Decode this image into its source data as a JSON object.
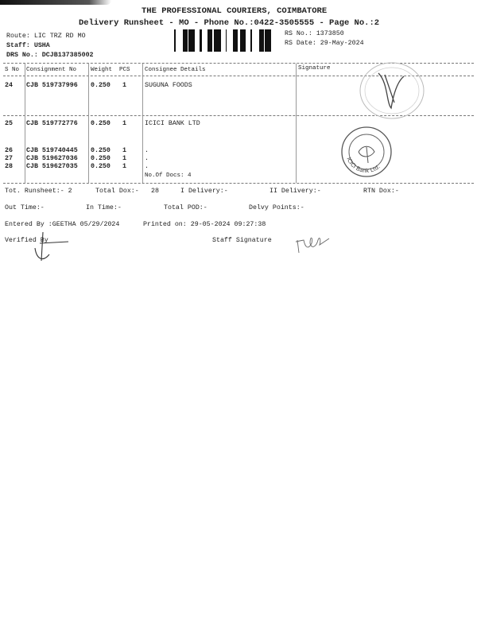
{
  "header": {
    "company": "THE PROFESSIONAL COURIERS, COIMBATORE",
    "subtitle": "Delivery Runsheet - MO - Phone No.:0422-3505555 - Page No.:2",
    "route": "Route: LIC TRZ RD MO",
    "staff": "Staff: USHA",
    "drs_no": "DRS No.: DCJB137385002",
    "rs_no": "RS No.: 1373850",
    "rs_date": "RS Date: 29-May-2024"
  },
  "table": {
    "columns": [
      "S No",
      "Consignment No",
      "Weight",
      "PCS",
      "Consignee Details",
      "Signature"
    ],
    "rows": [
      {
        "sno": "24",
        "consignment": "CJB 519737996",
        "weight": "0.250",
        "pcs": "1",
        "consignee": "SUGUNA FOODS"
      },
      {
        "sno": "25",
        "consignment": "CJB 519772776",
        "weight": "0.250",
        "pcs": "1",
        "consignee": "ICICI BANK LTD"
      },
      {
        "sno": "26",
        "consignment": "CJB 519740445",
        "weight": "0.250",
        "pcs": "1",
        "consignee": "."
      },
      {
        "sno": "27",
        "consignment": "CJB 519627036",
        "weight": "0.250",
        "pcs": "1",
        "consignee": "."
      },
      {
        "sno": "28",
        "consignment": "CJB 519627035",
        "weight": "0.250",
        "pcs": "1",
        "consignee": "."
      }
    ],
    "doc_count": "No.Of Docs: 4"
  },
  "stamps": {
    "bank": "ICICI Bank Ltd."
  },
  "summary": {
    "tot_runsheet": "Tot. Runsheet:- 2",
    "total_dox": "Total Dox:-",
    "total_dox_value": "28",
    "i_delivery": "I Delivery:-",
    "ii_delivery": "II Delivery:-",
    "rtn_dox": "RTN Dox:-",
    "out_time": "Out Time:-",
    "in_time": "In Time:-",
    "total_pod": "Total POD:-",
    "delvy_points": "Delvy Points:-",
    "entered_by": "Entered By :GEETHA 05/29/2024",
    "printed_on": "Printed on: 29-05-2024 09:27:38",
    "verified_by": "Verified By",
    "staff_signature": "Staff Signature"
  }
}
